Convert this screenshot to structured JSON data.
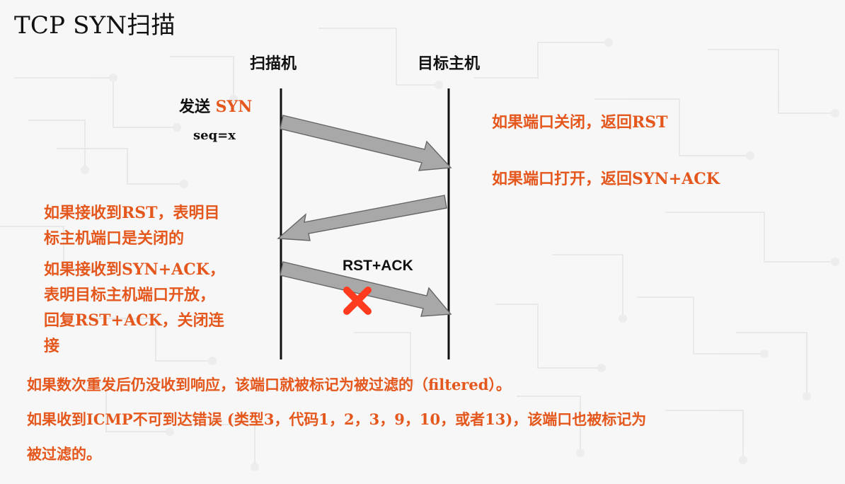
{
  "title": "TCP SYN扫描",
  "columns": {
    "scanner": "扫描机",
    "target": "目标主机"
  },
  "scanner_action": {
    "prefix": "发送 ",
    "highlight": "SYN",
    "seq": "seq=x"
  },
  "notes": {
    "port_closed": "如果端口关闭，返回RST",
    "port_open": "如果端口打开，返回SYN+ACK",
    "recv_rst_line1": "如果接收到RST，表明目",
    "recv_rst_line2": "标主机端口是关闭的",
    "recv_synack_line1": "如果接收到SYN+ACK，",
    "recv_synack_line2": "表明目标主机端口开放，",
    "recv_synack_line3": "回复RST+ACK，关闭连",
    "recv_synack_line4": "接",
    "rst_ack_label": "RST+ACK"
  },
  "footer": {
    "line1": "如果数次重发后仍没收到响应，该端口就被标记为被过滤的（filtered）。",
    "line2": "如果收到ICMP不可到达错误 (类型3，代码1，2，3，9，10，或者13)，该端口也被标记为",
    "line3": "被过滤的。"
  },
  "colors": {
    "background": "#f7f7f7",
    "text_dark": "#111111",
    "accent_orange": "#e4571d",
    "arrow_gray": "#a8a8a8",
    "arrow_outline": "#666666",
    "cross_red": "#ff3b1f"
  }
}
